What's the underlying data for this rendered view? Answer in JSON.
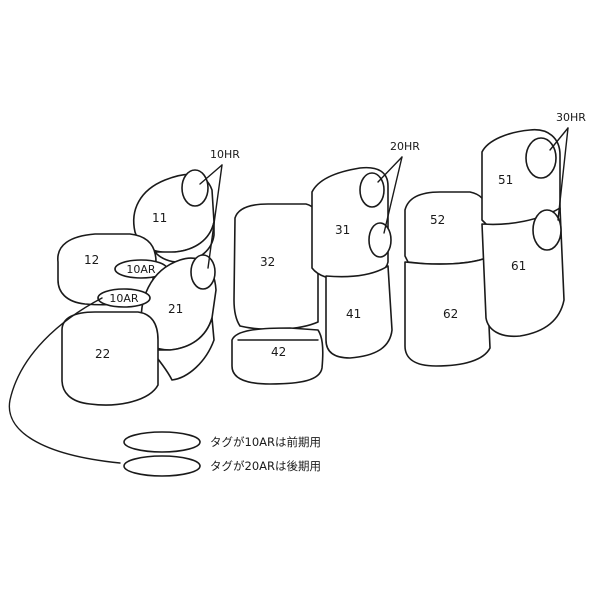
{
  "headrest_refs": {
    "hr10": "10HR",
    "hr20": "20HR",
    "hr30": "30HR"
  },
  "tags": {
    "tag_a": "10AR",
    "tag_b": "10AR"
  },
  "parts": {
    "p11": "11",
    "p12": "12",
    "p21": "21",
    "p22": "22",
    "p31": "31",
    "p32": "32",
    "p41": "41",
    "p42": "42",
    "p51": "51",
    "p52": "52",
    "p61": "61",
    "p62": "62"
  },
  "legend": {
    "line1": "タグが10ARは前期用",
    "line2": "タグが20ARは後期用"
  }
}
